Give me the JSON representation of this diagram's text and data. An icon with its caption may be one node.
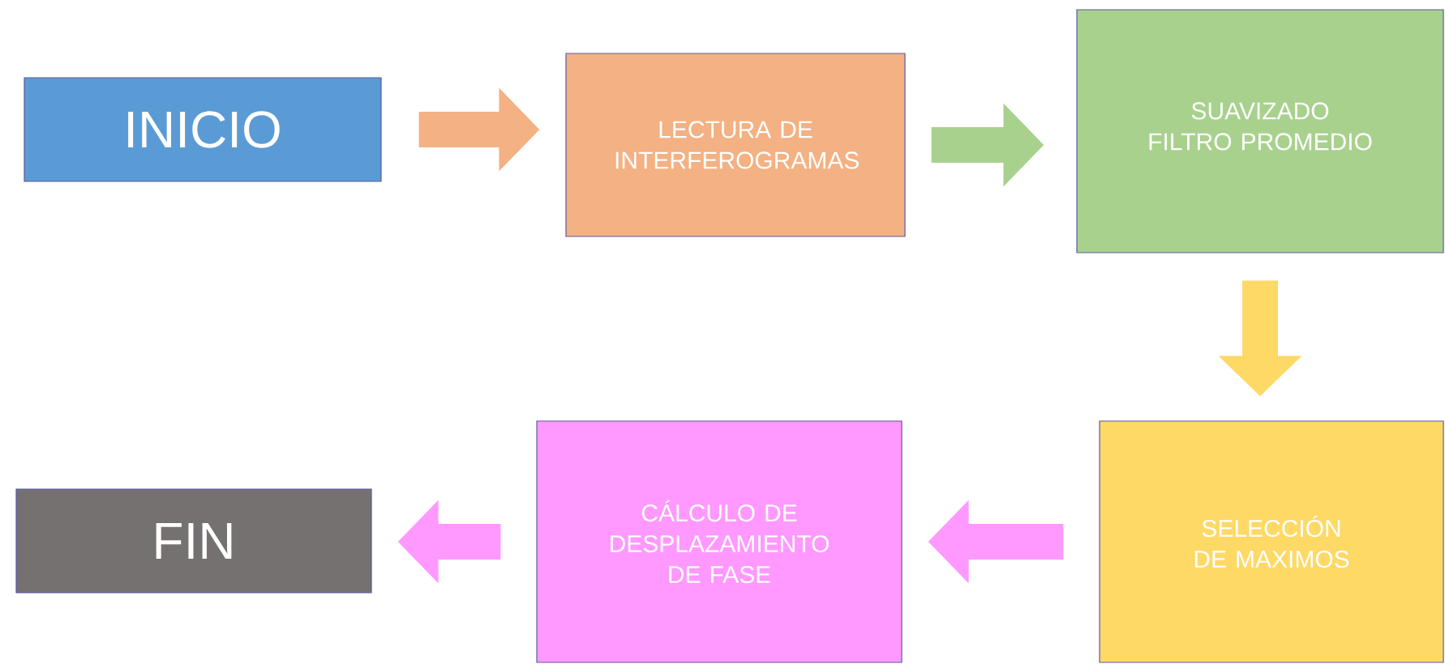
{
  "diagram": {
    "nodes": [
      {
        "text": [
          "INICIO"
        ]
      },
      {
        "text": [
          "LECTURA DE INTERFEROGRAMAS"
        ]
      },
      {
        "text": [
          "SUAVIZADO FILTRO PROMEDIO"
        ]
      },
      {
        "text": [
          "SELECCIÓN DE MAXIMOS"
        ]
      },
      {
        "text": [
          "CÁLCULO DE DESPLAZAMIENTO DE FASE"
        ]
      },
      {
        "text": [
          "FIN"
        ]
      }
    ],
    "edges": [
      {
        "from": 0,
        "to": 1,
        "arrow": "to",
        "color": "#f4b183"
      },
      {
        "from": 1,
        "to": 2,
        "arrow": "to",
        "color": "#a9d18e"
      },
      {
        "from": 2,
        "to": 3,
        "arrow": "to",
        "color": "#ffd966"
      },
      {
        "from": 3,
        "to": 4,
        "arrow": "to",
        "color": "#ff99ff"
      },
      {
        "from": 4,
        "to": 5,
        "arrow": "to",
        "color": "#ff99ff"
      }
    ]
  }
}
